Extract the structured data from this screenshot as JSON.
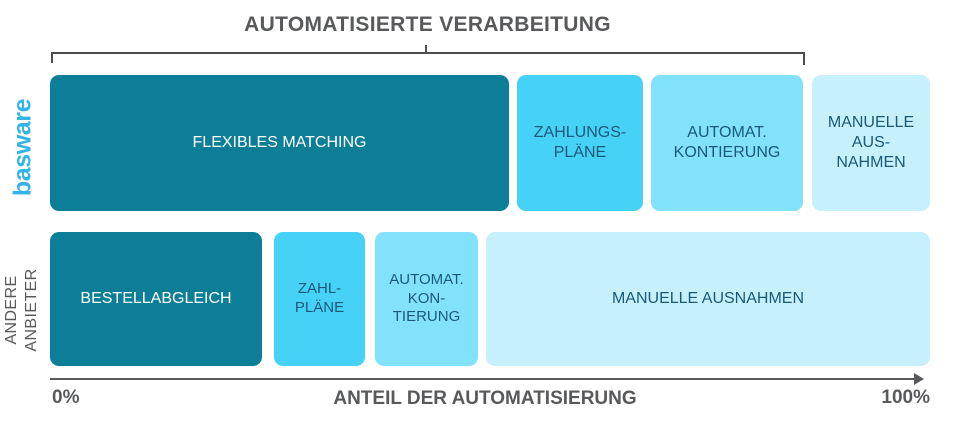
{
  "title": "AUTOMATISIERTE VERARBEITUNG",
  "colors": {
    "dark_teal": "#0d7e98",
    "cyan": "#46d2f6",
    "light_cyan": "#82e2fb",
    "pale_cyan": "#c7f0fd",
    "text_gray": "#58595b",
    "brand_blue": "#32b5e5",
    "label_blue": "#1a5a78"
  },
  "rows": [
    {
      "id": "basware",
      "label": "basware",
      "label_lines": [
        "basware"
      ],
      "segments": [
        {
          "label": "FLEXIBLES MATCHING",
          "lines": [
            "FLEXIBLES MATCHING"
          ],
          "shade": "dark",
          "start_pct": 0,
          "end_pct": 52.3
        },
        {
          "label": "ZAHLUNGS-PLÄNE",
          "lines": [
            "ZAHLUNGS-",
            "PLÄNE"
          ],
          "shade": "cyan",
          "start_pct": 53.1,
          "end_pct": 67.5
        },
        {
          "label": "AUTOMAT. KONTIERUNG",
          "lines": [
            "AUTOMAT.",
            "KONTIERUNG"
          ],
          "shade": "light",
          "start_pct": 68.3,
          "end_pct": 85.6
        },
        {
          "label": "MANUELLE AUSNAHMEN",
          "lines": [
            "MANUELLE",
            "AUS-",
            "NAHMEN"
          ],
          "shade": "pale",
          "start_pct": 86.6,
          "end_pct": 100
        }
      ]
    },
    {
      "id": "andere-anbieter",
      "label": "ANDERE ANBIETER",
      "label_lines": [
        "ANDERE",
        "ANBIETER"
      ],
      "segments": [
        {
          "label": "BESTELLABGLEICH",
          "lines": [
            "BESTELLABGLEICH"
          ],
          "shade": "dark",
          "start_pct": 0,
          "end_pct": 24.1
        },
        {
          "label": "ZAHL-PLÄNE",
          "lines": [
            "ZAHL-",
            "PLÄNE"
          ],
          "shade": "cyan",
          "start_pct": 25.5,
          "end_pct": 35.8
        },
        {
          "label": "AUTOMAT. KONTIERUNG",
          "lines": [
            "AUTOMAT.",
            "KON-",
            "TIERUNG"
          ],
          "shade": "light",
          "start_pct": 36.9,
          "end_pct": 48.6
        },
        {
          "label": "MANUELLE AUSNAHMEN",
          "lines": [
            "MANUELLE AUSNAHMEN"
          ],
          "shade": "pale",
          "start_pct": 49.5,
          "end_pct": 100
        }
      ]
    }
  ],
  "bracket": {
    "name": "automatisierte-verarbeitung-bracket",
    "start_pct": 0,
    "end_pct": 85.6
  },
  "axis": {
    "name": "ANTEIL DER AUTOMATISIERUNG",
    "min_label": "0%",
    "max_label": "100%",
    "arrow": "right-arrow-icon"
  },
  "chart_data": {
    "type": "bar",
    "title": "AUTOMATISIERTE VERARBEITUNG",
    "xlabel": "ANTEIL DER AUTOMATISIERUNG",
    "ylabel": "",
    "xlim": [
      0,
      100
    ],
    "tick_labels": [
      "0%",
      "100%"
    ],
    "grid": false,
    "legend": "none",
    "orientation": "horizontal-stacked",
    "categories": [
      "basware",
      "ANDERE ANBIETER"
    ],
    "series": [
      {
        "name": "Matching / Bestellabgleich",
        "values": [
          52.3,
          24.1
        ],
        "color": "#0d7e98"
      },
      {
        "name": "Zahlungspläne",
        "values": [
          14.4,
          10.3
        ],
        "color": "#46d2f6"
      },
      {
        "name": "Automat. Kontierung",
        "values": [
          17.3,
          11.7
        ],
        "color": "#82e2fb"
      },
      {
        "name": "Manuelle Ausnahmen",
        "values": [
          13.4,
          50.5
        ],
        "color": "#c7f0fd"
      }
    ],
    "annotations": [
      {
        "text": "AUTOMATISIERTE VERARBEITUNG",
        "covers_pct": [
          0,
          85.6
        ],
        "applies_to": "basware"
      }
    ]
  }
}
